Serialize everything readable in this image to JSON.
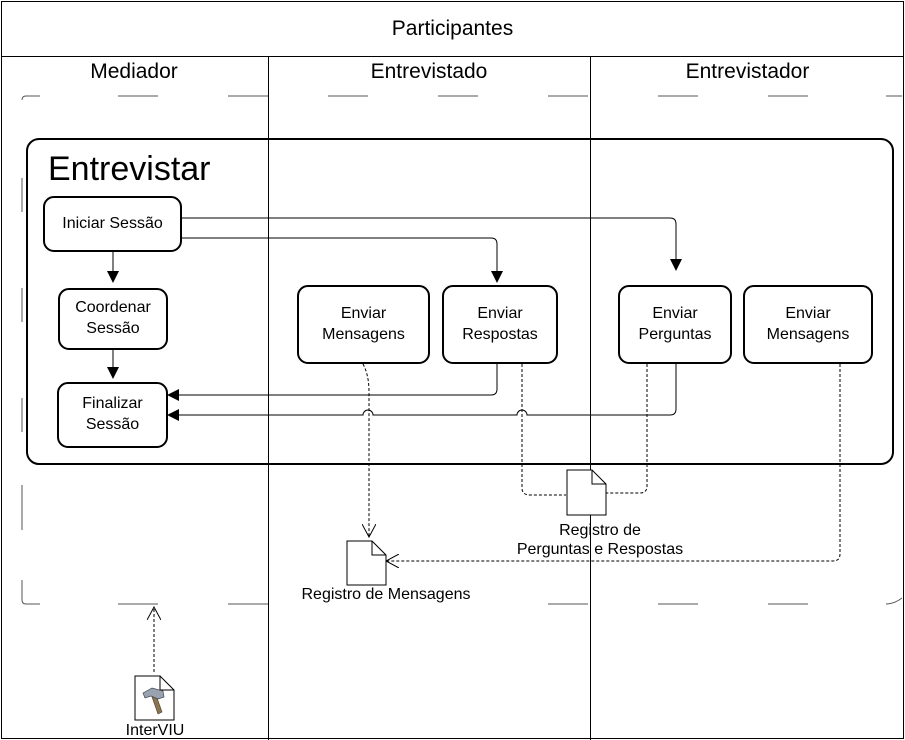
{
  "header": {
    "title": "Participantes",
    "lanes": [
      "Mediador",
      "Entrevistado",
      "Entrevistador"
    ]
  },
  "process": {
    "title": "Entrevistar",
    "activities": {
      "iniciar": "Iniciar Sessão",
      "coordenar": "Coordenar\nSessão",
      "finalizar": "Finalizar\nSessão",
      "enviar_mensagens_entrevistado": "Enviar\nMensagens",
      "enviar_respostas": "Enviar\nRespostas",
      "enviar_perguntas": "Enviar\nPerguntas",
      "enviar_mensagens_entrevistador": "Enviar\nMensagens"
    }
  },
  "artifacts": {
    "registro_perguntas_respostas": "Registro de\nPerguntas e Respostas",
    "registro_mensagens": "Registro de Mensagens",
    "interviu": "InterVIU"
  },
  "icons": {
    "tool": "hammer-icon",
    "document": "document-icon"
  }
}
